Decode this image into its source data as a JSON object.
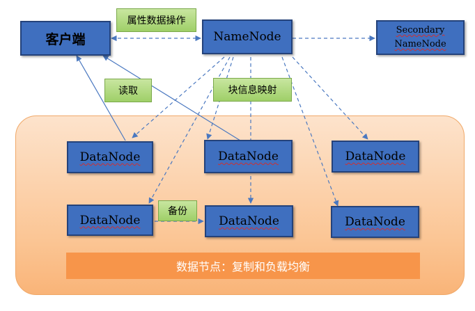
{
  "nodes": {
    "client": "客户端",
    "namenode": "NameNode",
    "secondary_line1": "Secondary",
    "secondary_line2": "NameNode",
    "datanode": "DataNode"
  },
  "labels": {
    "metadata_ops": "属性数据操作",
    "read": "读取",
    "block_mapping": "块信息映射",
    "backup": "备份"
  },
  "cluster_caption": "数据节点：复制和负载均衡",
  "colors": {
    "node_fill": "#3f6fbf",
    "label_fill": "#a8d57a",
    "cluster_fill": "#fbc594",
    "caption_fill": "#f7954a"
  }
}
